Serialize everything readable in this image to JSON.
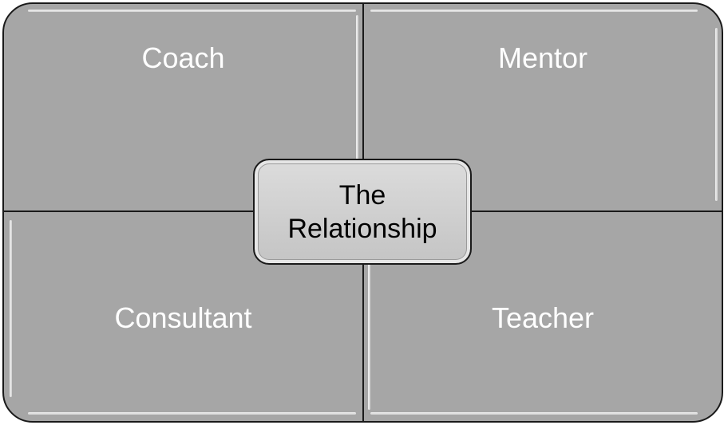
{
  "diagram": {
    "quadrants": {
      "top_left": "Coach",
      "top_right": "Mentor",
      "bottom_left": "Consultant",
      "bottom_right": "Teacher"
    },
    "center": {
      "line1": "The",
      "line2": "Relationship"
    }
  },
  "colors": {
    "quadrant_fill": "#a6a6a6",
    "quadrant_text": "#ffffff",
    "center_fill": "#d0d0d0",
    "center_text": "#000000",
    "border": "#1a1a1a"
  }
}
